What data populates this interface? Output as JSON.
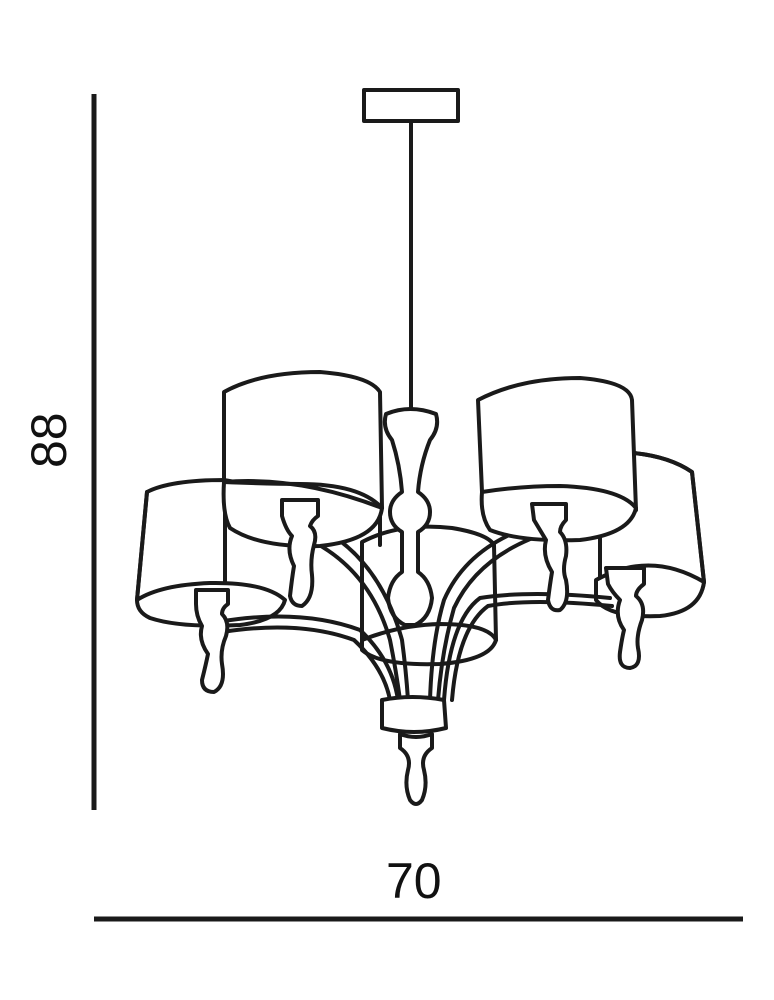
{
  "diagram": {
    "type": "product-dimension-drawing",
    "subject": "5-arm chandelier with drum shades",
    "dimensions": {
      "height": {
        "value": "88",
        "orientation": "vertical"
      },
      "width": {
        "value": "70",
        "orientation": "horizontal"
      }
    },
    "components": {
      "ceiling_canopy": "rectangular canopy",
      "suspension_rod": "single rod",
      "shades_count": 5,
      "finials_count": 6
    },
    "colors": {
      "line": "#1a1a1a",
      "background": "#ffffff"
    }
  }
}
